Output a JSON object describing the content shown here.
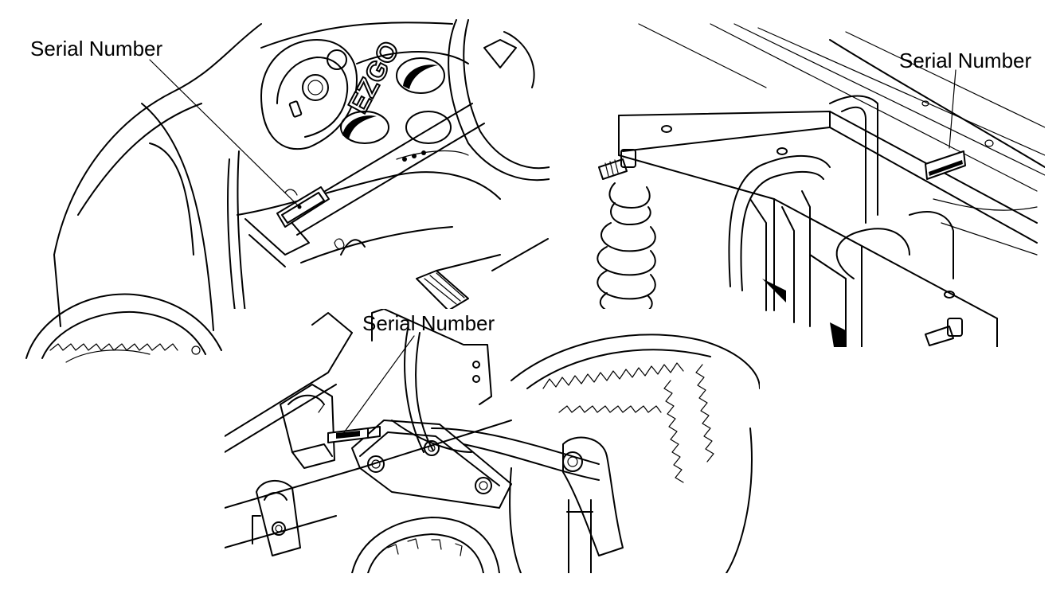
{
  "panels": [
    {
      "name": "dash-view",
      "label": "Serial Number"
    },
    {
      "name": "frame-view",
      "label": "Serial Number"
    },
    {
      "name": "rear-suspension-view",
      "label": "Serial Number"
    }
  ],
  "brand_mark": "EZGO"
}
